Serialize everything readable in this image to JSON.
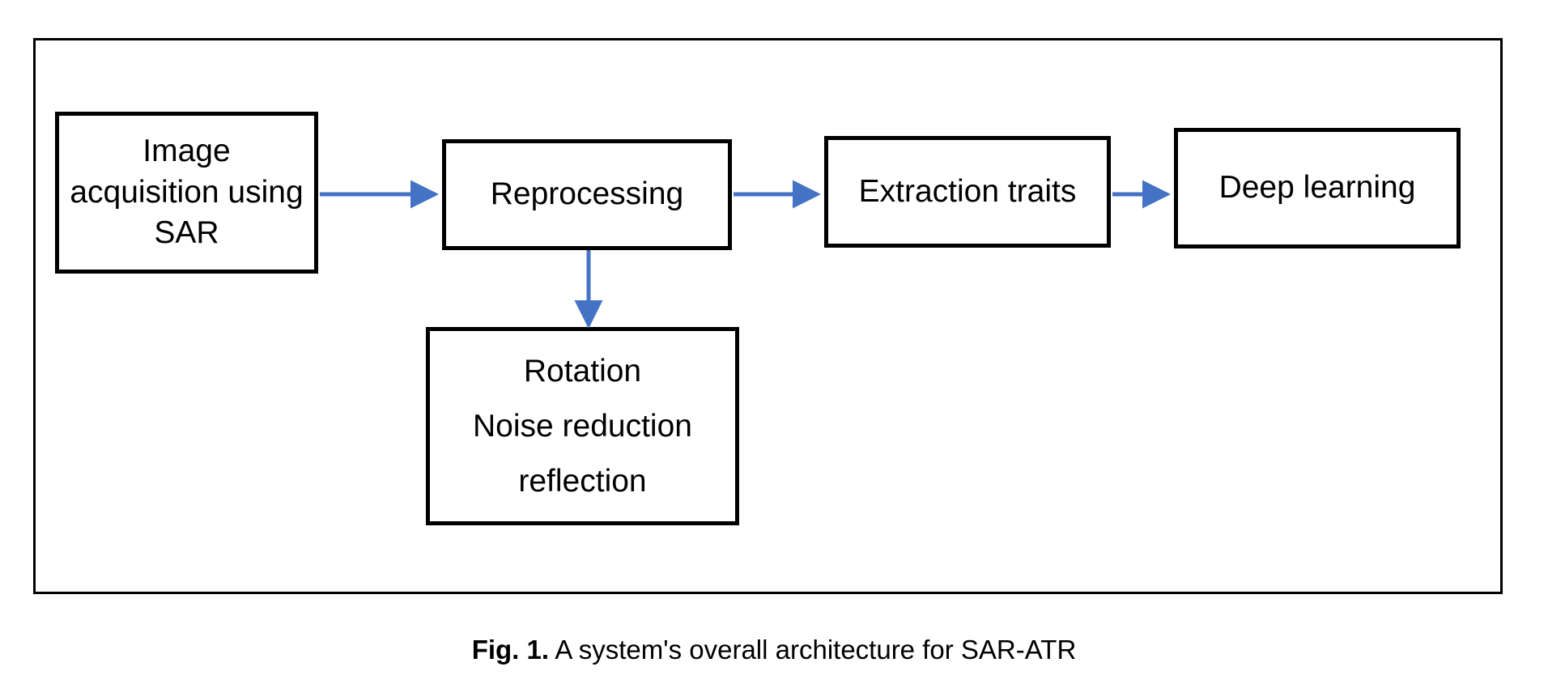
{
  "figure": {
    "caption_prefix": "Fig. 1.",
    "caption_text": "A system's overall architecture for SAR-ATR",
    "frame_color": "#000000",
    "background": "#ffffff"
  },
  "diagram": {
    "type": "flowchart",
    "arrow_color": "#4472C4",
    "box_border_color": "#000000",
    "nodes": [
      {
        "id": "image-acquisition",
        "label": "Image\nacquisition using\nSAR"
      },
      {
        "id": "reprocessing",
        "label": "Reprocessing"
      },
      {
        "id": "extraction-traits",
        "label": "Extraction traits"
      },
      {
        "id": "deep-learning",
        "label": "Deep learning"
      },
      {
        "id": "augmentation",
        "line1": "Rotation",
        "line2": "Noise reduction",
        "line3": "reflection"
      }
    ],
    "edges": [
      {
        "from": "image-acquisition",
        "to": "reprocessing",
        "direction": "right"
      },
      {
        "from": "reprocessing",
        "to": "extraction-traits",
        "direction": "right"
      },
      {
        "from": "extraction-traits",
        "to": "deep-learning",
        "direction": "right"
      },
      {
        "from": "reprocessing",
        "to": "augmentation",
        "direction": "down"
      }
    ]
  }
}
